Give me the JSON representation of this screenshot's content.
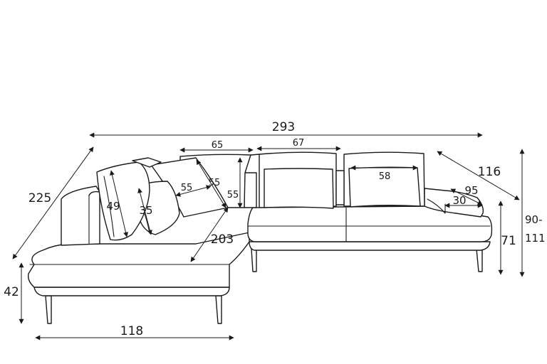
{
  "dimensions": {
    "total_width": "293",
    "diagonal_left": "225",
    "left_seat_depth": "203",
    "left_module_width": "118",
    "seat_height": "42",
    "pillow_left_a": "49",
    "pillow_left_b": "35",
    "pillow_square_w": "55",
    "pillow_square_h": "55",
    "pillow_square_h2": "55",
    "back_width_1": "65",
    "back_width_2": "67",
    "cushion_width": "58",
    "right_diagonal": "116",
    "armrest_depth": "95",
    "armrest_width": "30",
    "arm_height": "71",
    "back_height_a": "90-",
    "back_height_b": "111"
  },
  "colors": {
    "line": "#1a1a1a",
    "background": "#ffffff"
  }
}
